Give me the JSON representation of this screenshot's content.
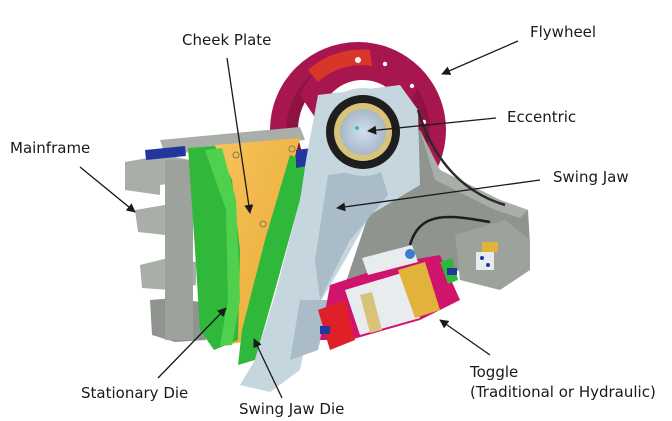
{
  "diagram": {
    "subject": "Jaw crusher components",
    "labels": {
      "cheek_plate": "Cheek Plate",
      "flywheel": "Flywheel",
      "eccentric": "Eccentric",
      "mainframe": "Mainframe",
      "swing_jaw": "Swing Jaw",
      "stationary_die": "Stationary Die",
      "swing_jaw_die": "Swing Jaw Die",
      "toggle": "Toggle",
      "toggle_note": "(Traditional or Hydraulic)"
    },
    "colors": {
      "background": "#ffffff",
      "flywheel": "#a8164f",
      "flywheel_dark": "#7e0f3a",
      "flywheel_counterweight": "#d8352b",
      "swing_jaw": "#c6d6df",
      "swing_jaw_shadow": "#a9bcc7",
      "mainframe": "#8f948f",
      "mainframe_light": "#a9aea8",
      "cheek_plate": "#f2b640",
      "die_green": "#2fb83a",
      "die_green_light": "#4fd14d",
      "wedge_blue": "#2236a0",
      "bearing_gold": "#d9c27a",
      "shaft": "#b8c8d8",
      "toggle_magenta": "#d0146e",
      "toggle_red": "#e02028",
      "toggle_gold": "#e3b23a",
      "toggle_silver": "#e8ecef",
      "text": "#1a1a1a"
    }
  }
}
